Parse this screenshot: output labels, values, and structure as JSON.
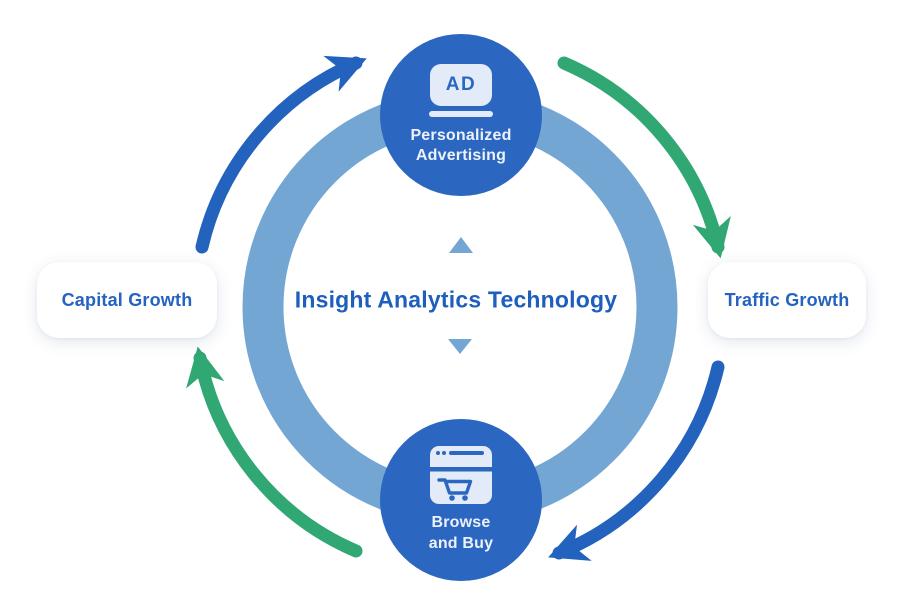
{
  "title": "Insight Analytics Technology",
  "cycle": {
    "top_node": {
      "label": "Personalized\nAdvertising",
      "icon": "ad-billboard-icon",
      "icon_text": "AD"
    },
    "bottom_node": {
      "label": "Browse\nand Buy",
      "icon": "browser-cart-icon"
    },
    "left_label": "Capital Growth",
    "right_label": "Traffic Growth"
  },
  "colors": {
    "node_blue": "#2B67C0",
    "arrow_blue": "#2362BD",
    "arrow_green": "#31A773",
    "ring_light_blue": "#74A6D4",
    "title_blue": "#1E5FBE",
    "label_blue": "#2463C1",
    "icon_light": "#E2EBF7",
    "card_white": "#FFFFFF"
  }
}
